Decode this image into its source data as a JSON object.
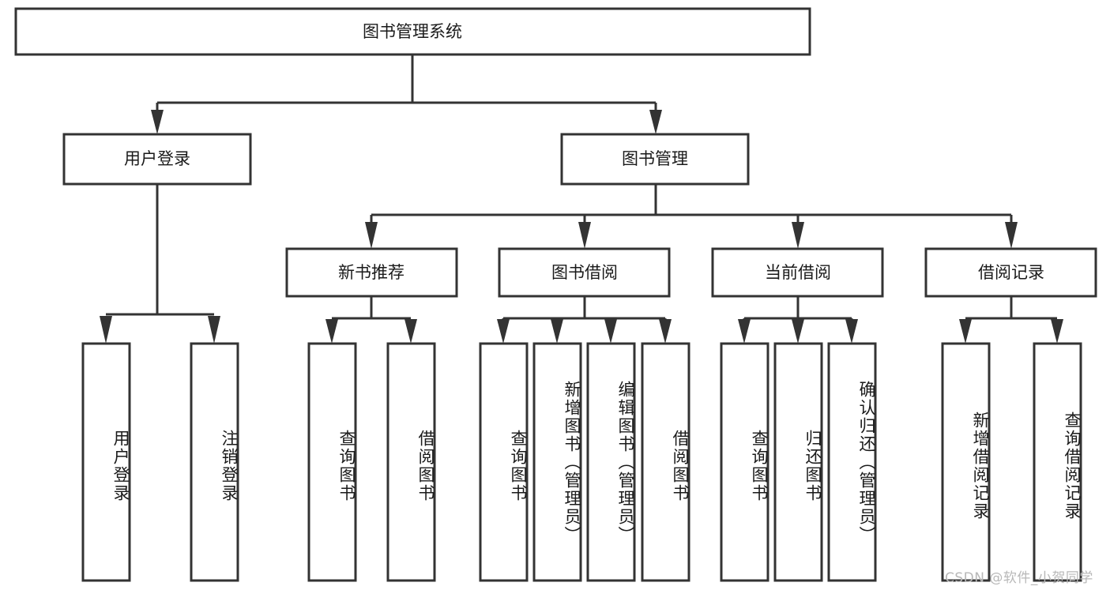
{
  "diagram": {
    "title": "图书管理系统",
    "type": "tree-hierarchy-diagram",
    "colors": {
      "box_stroke": "#333333",
      "box_fill": "#ffffff",
      "text": "#1a1a1a",
      "background": "#ffffff",
      "watermark": "#b8b8b8"
    },
    "root": {
      "label": "图书管理系统"
    },
    "level2": [
      {
        "label": "用户登录"
      },
      {
        "label": "图书管理"
      }
    ],
    "level3": [
      {
        "label": "新书推荐"
      },
      {
        "label": "图书借阅"
      },
      {
        "label": "当前借阅"
      },
      {
        "label": "借阅记录"
      }
    ],
    "leaves": {
      "user_login": [
        {
          "label": "用户登录"
        },
        {
          "label": "注销登录"
        }
      ],
      "new_book_recommend": [
        {
          "label": "查询图书"
        },
        {
          "label": "借阅图书"
        }
      ],
      "book_borrow": [
        {
          "label": "查询图书"
        },
        {
          "label": "新增图书（管理员）"
        },
        {
          "label": "编辑图书（管理员）"
        },
        {
          "label": "借阅图书"
        }
      ],
      "current_borrow": [
        {
          "label": "查询图书"
        },
        {
          "label": "归还图书"
        },
        {
          "label": "确认归还（管理员）"
        }
      ],
      "borrow_record": [
        {
          "label": "新增借阅记录"
        },
        {
          "label": "查询借阅记录"
        }
      ]
    }
  },
  "watermark": {
    "text": "CSDN @软件_小贺同学"
  }
}
